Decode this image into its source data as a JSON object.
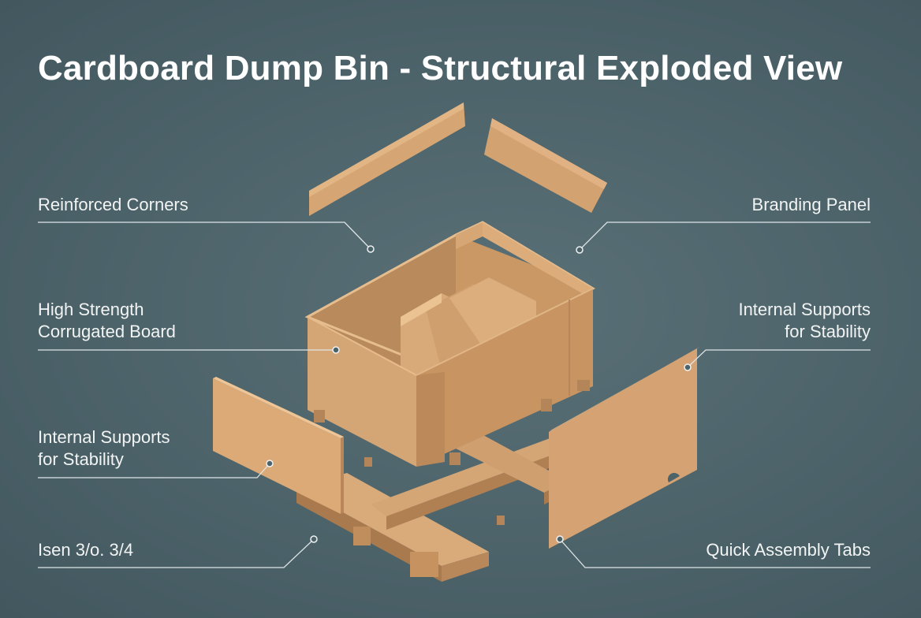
{
  "title": "Cardboard Dump Bin - Structural Exploded View",
  "labels": {
    "reinforced_corners": "Reinforced Corners",
    "branding_panel": "Branding Panel",
    "high_strength": {
      "line1": "High Strength",
      "line2": "Corrugated Board"
    },
    "internal_supports_right": {
      "line1": "Internal Supports",
      "line2": "for Stability"
    },
    "internal_supports_left": {
      "line1": "Internal Supports",
      "line2": "for Stability"
    },
    "item_code": "Isen 3/o. 3/4",
    "quick_assembly": "Quick Assembly Tabs"
  },
  "colors": {
    "background": "#4d636a",
    "cardboard_light": "#d9a877",
    "cardboard_mid": "#c89462",
    "cardboard_dark": "#a97a4d",
    "callout_line": "#dfe5e6"
  }
}
